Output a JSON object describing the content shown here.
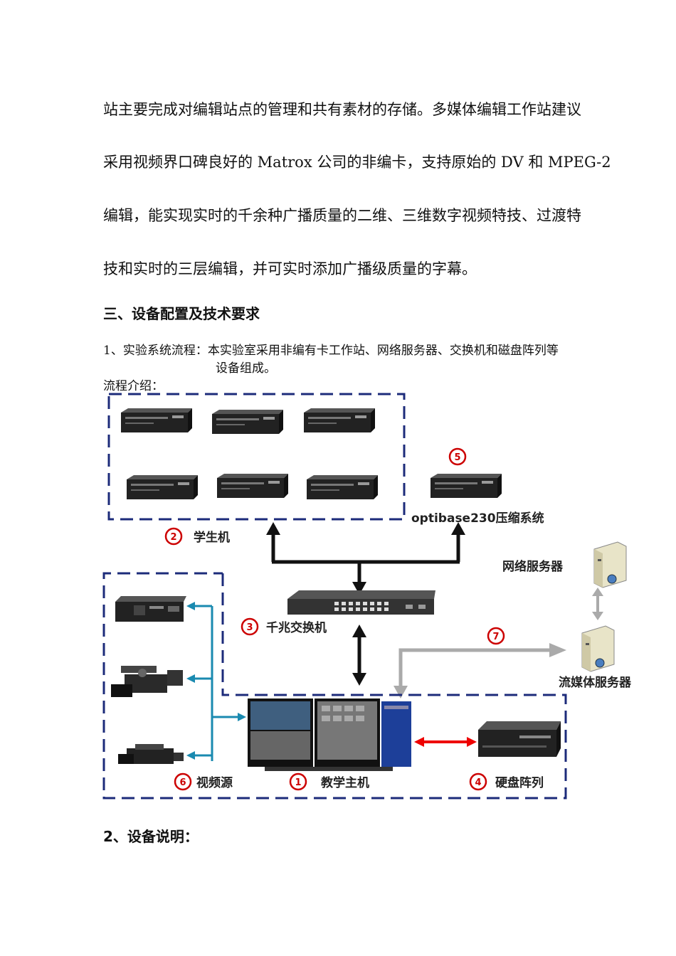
{
  "paragraph": {
    "line1": "站主要完成对编辑站点的管理和共有素材的存储。多媒体编辑工作站建议",
    "line2": "采用视频界口碑良好的 Matrox 公司的非编卡，支持原始的 DV 和 MPEG-2",
    "line3": "编辑，能实现实时的千余种广播质量的二维、三维数字视频特技、过渡特",
    "line4": "技和实时的三层编辑，并可实时添加广播级质量的字幕。"
  },
  "section3_heading": "三、设备配置及技术要求",
  "item1": {
    "line1": "1、实验系统流程：本实验室采用非编有卡工作站、网络服务器、交换机和磁盘阵列等",
    "line2": "设备组成。"
  },
  "flow_intro": "流程介绍：",
  "diagram": {
    "label_optibase": "optibase230压缩系统",
    "label_student": "学生机",
    "label_network_server": "网络服务器",
    "label_switch": "千兆交换机",
    "label_stream_server": "流媒体服务器",
    "label_video_source": "视频源",
    "label_host": "教学主机",
    "label_disk_array": "硬盘阵列",
    "num1": "1",
    "num2": "2",
    "num3": "3",
    "num4": "4",
    "num5": "5",
    "num6": "6",
    "num7": "7"
  },
  "item2_heading": "2、设备说明："
}
